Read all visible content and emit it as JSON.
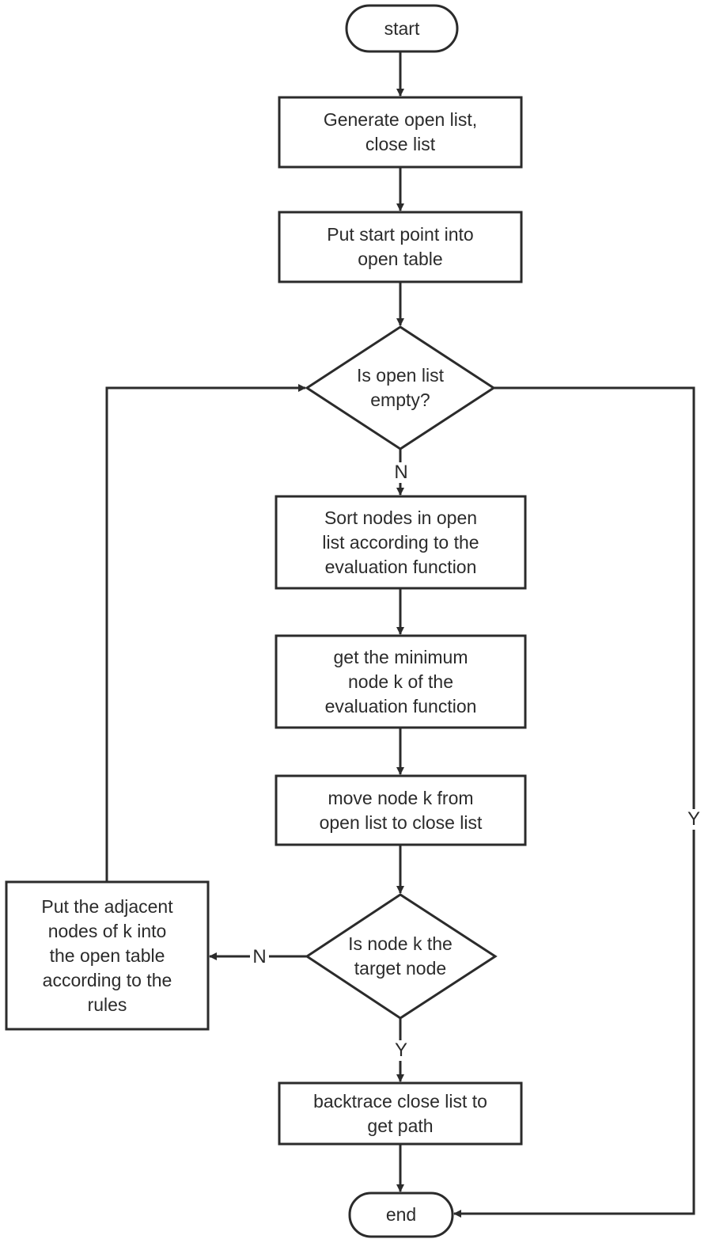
{
  "nodes": {
    "start": "start",
    "generate": "Generate open list,\nclose list",
    "put_start": "Put start point into\nopen table",
    "is_empty": "Is open list\nempty?",
    "sort": "Sort nodes in open\nlist according to the\nevaluation function",
    "get_min": "get the minimum\nnode k of the\nevaluation function",
    "move_k": "move node k from\nopen list to close list",
    "is_target": "Is node k the\ntarget node",
    "put_adjacent": "Put the adjacent\nnodes of k into\nthe open table\naccording to the\nrules",
    "backtrace": "backtrace close list to\nget path",
    "end": "end"
  },
  "edge_labels": {
    "empty_no": "N",
    "empty_yes": "Y",
    "target_no": "N",
    "target_yes": "Y"
  }
}
